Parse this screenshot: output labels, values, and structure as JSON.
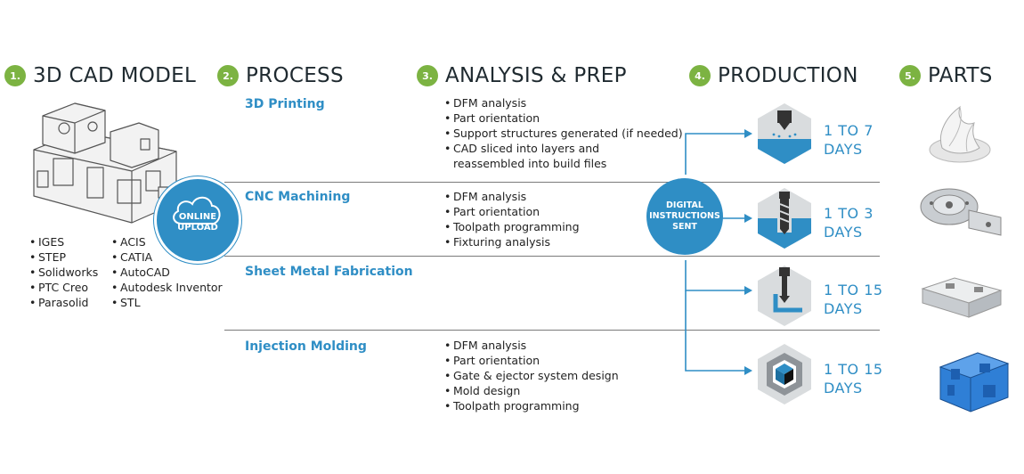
{
  "steps": [
    {
      "num": "1.",
      "title": "3D CAD MODEL"
    },
    {
      "num": "2.",
      "title": "PROCESS"
    },
    {
      "num": "3.",
      "title": "ANALYSIS & PREP"
    },
    {
      "num": "4.",
      "title": "PRODUCTION"
    },
    {
      "num": "5.",
      "title": "PARTS"
    }
  ],
  "cad_formats_left": [
    "IGES",
    "STEP",
    "Solidworks",
    "PTC Creo",
    "Parasolid"
  ],
  "cad_formats_right": [
    "ACIS",
    "CATIA",
    "AutoCAD",
    "Autodesk Inventor",
    "STL"
  ],
  "upload": {
    "line1": "ONLINE",
    "line2": "UPLOAD"
  },
  "digital": {
    "line1": "DIGITAL",
    "line2": "INSTRUCTIONS",
    "line3": "SENT"
  },
  "processes": [
    {
      "name": "3D Printing",
      "analysis": [
        "DFM analysis",
        "Part orientation",
        "Support structures generated (if needed)",
        "CAD sliced into layers and",
        "reassembled into build files"
      ],
      "days_line1": "1 TO 7",
      "days_line2": "DAYS",
      "icon": "printing-nozzle-icon"
    },
    {
      "name": "CNC Machining",
      "analysis": [
        "DFM analysis",
        "Part orientation",
        "Toolpath programming",
        "Fixturing analysis"
      ],
      "days_line1": "1 TO 3",
      "days_line2": "DAYS",
      "icon": "drill-bit-icon"
    },
    {
      "name": "Sheet Metal Fabrication",
      "analysis": [],
      "days_line1": "1 TO 15",
      "days_line2": "DAYS",
      "icon": "press-brake-icon"
    },
    {
      "name": "Injection Molding",
      "analysis": [
        "DFM analysis",
        "Part orientation",
        "Gate & ejector system design",
        "Mold design",
        "Toolpath programming"
      ],
      "days_line1": "1 TO 15",
      "days_line2": "DAYS",
      "icon": "mold-cube-icon"
    }
  ],
  "colors": {
    "accent_blue": "#2f8ec5",
    "step_green": "#7cb342",
    "hex_gray": "#d9dcde",
    "line_gray": "#7a7a7a"
  }
}
